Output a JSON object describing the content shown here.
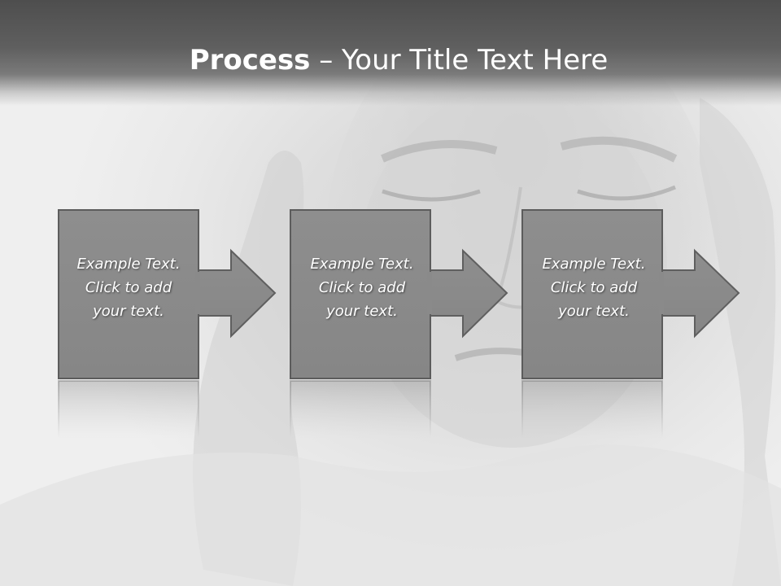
{
  "slide": {
    "title_bold": "Process",
    "title_rest": " – Your Title Text Here"
  },
  "process": {
    "steps": [
      {
        "line1": "Example Text.",
        "line2": "Click  to add",
        "line3": "your text."
      },
      {
        "line1": "Example Text.",
        "line2": "Click  to add",
        "line3": "your text."
      },
      {
        "line1": "Example Text.",
        "line2": "Click  to add",
        "line3": "your text."
      }
    ]
  },
  "colors": {
    "title_band": "#5a5a5a",
    "box_fill": "#8a8a8a",
    "box_border": "#5c5c5c",
    "text": "#ffffff"
  },
  "icons": {
    "arrow": "right-arrow-icon"
  }
}
